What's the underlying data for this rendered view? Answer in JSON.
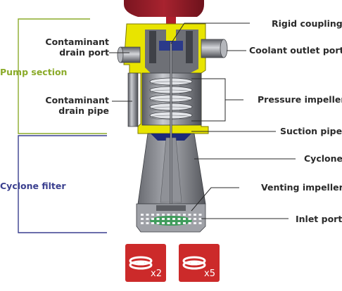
{
  "sections": {
    "pump": "Pump section",
    "cyclone": "Cyclone filter"
  },
  "labels": {
    "contaminant_drain_port": [
      "Contaminant",
      "drain port"
    ],
    "contaminant_drain_pipe": [
      "Contaminant",
      "drain pipe"
    ],
    "rigid_coupling": "Rigid coupling",
    "coolant_outlet_port": "Coolant outlet port",
    "pressure_impeller": "Pressure impeller",
    "suction_pipe": "Suction pipe",
    "cyclone": "Cyclone",
    "venting_impeller": "Venting impeller",
    "inlet_port": "Inlet port"
  },
  "badges": [
    {
      "icon": "impeller-icon",
      "multiplier": "x2"
    },
    {
      "icon": "impeller-icon",
      "multiplier": "x5"
    }
  ],
  "colors": {
    "pump_section": "#8bab2a",
    "cyclone_filter": "#3a3f8f",
    "motor": "#9c1f2a",
    "pump_housing": "#e8e400",
    "badge": "#cc2a2a",
    "cyclone_body": "#7d7f86",
    "cyclone_lining": "#1c2a7a",
    "inlet_grid": "#2e9b4e"
  }
}
